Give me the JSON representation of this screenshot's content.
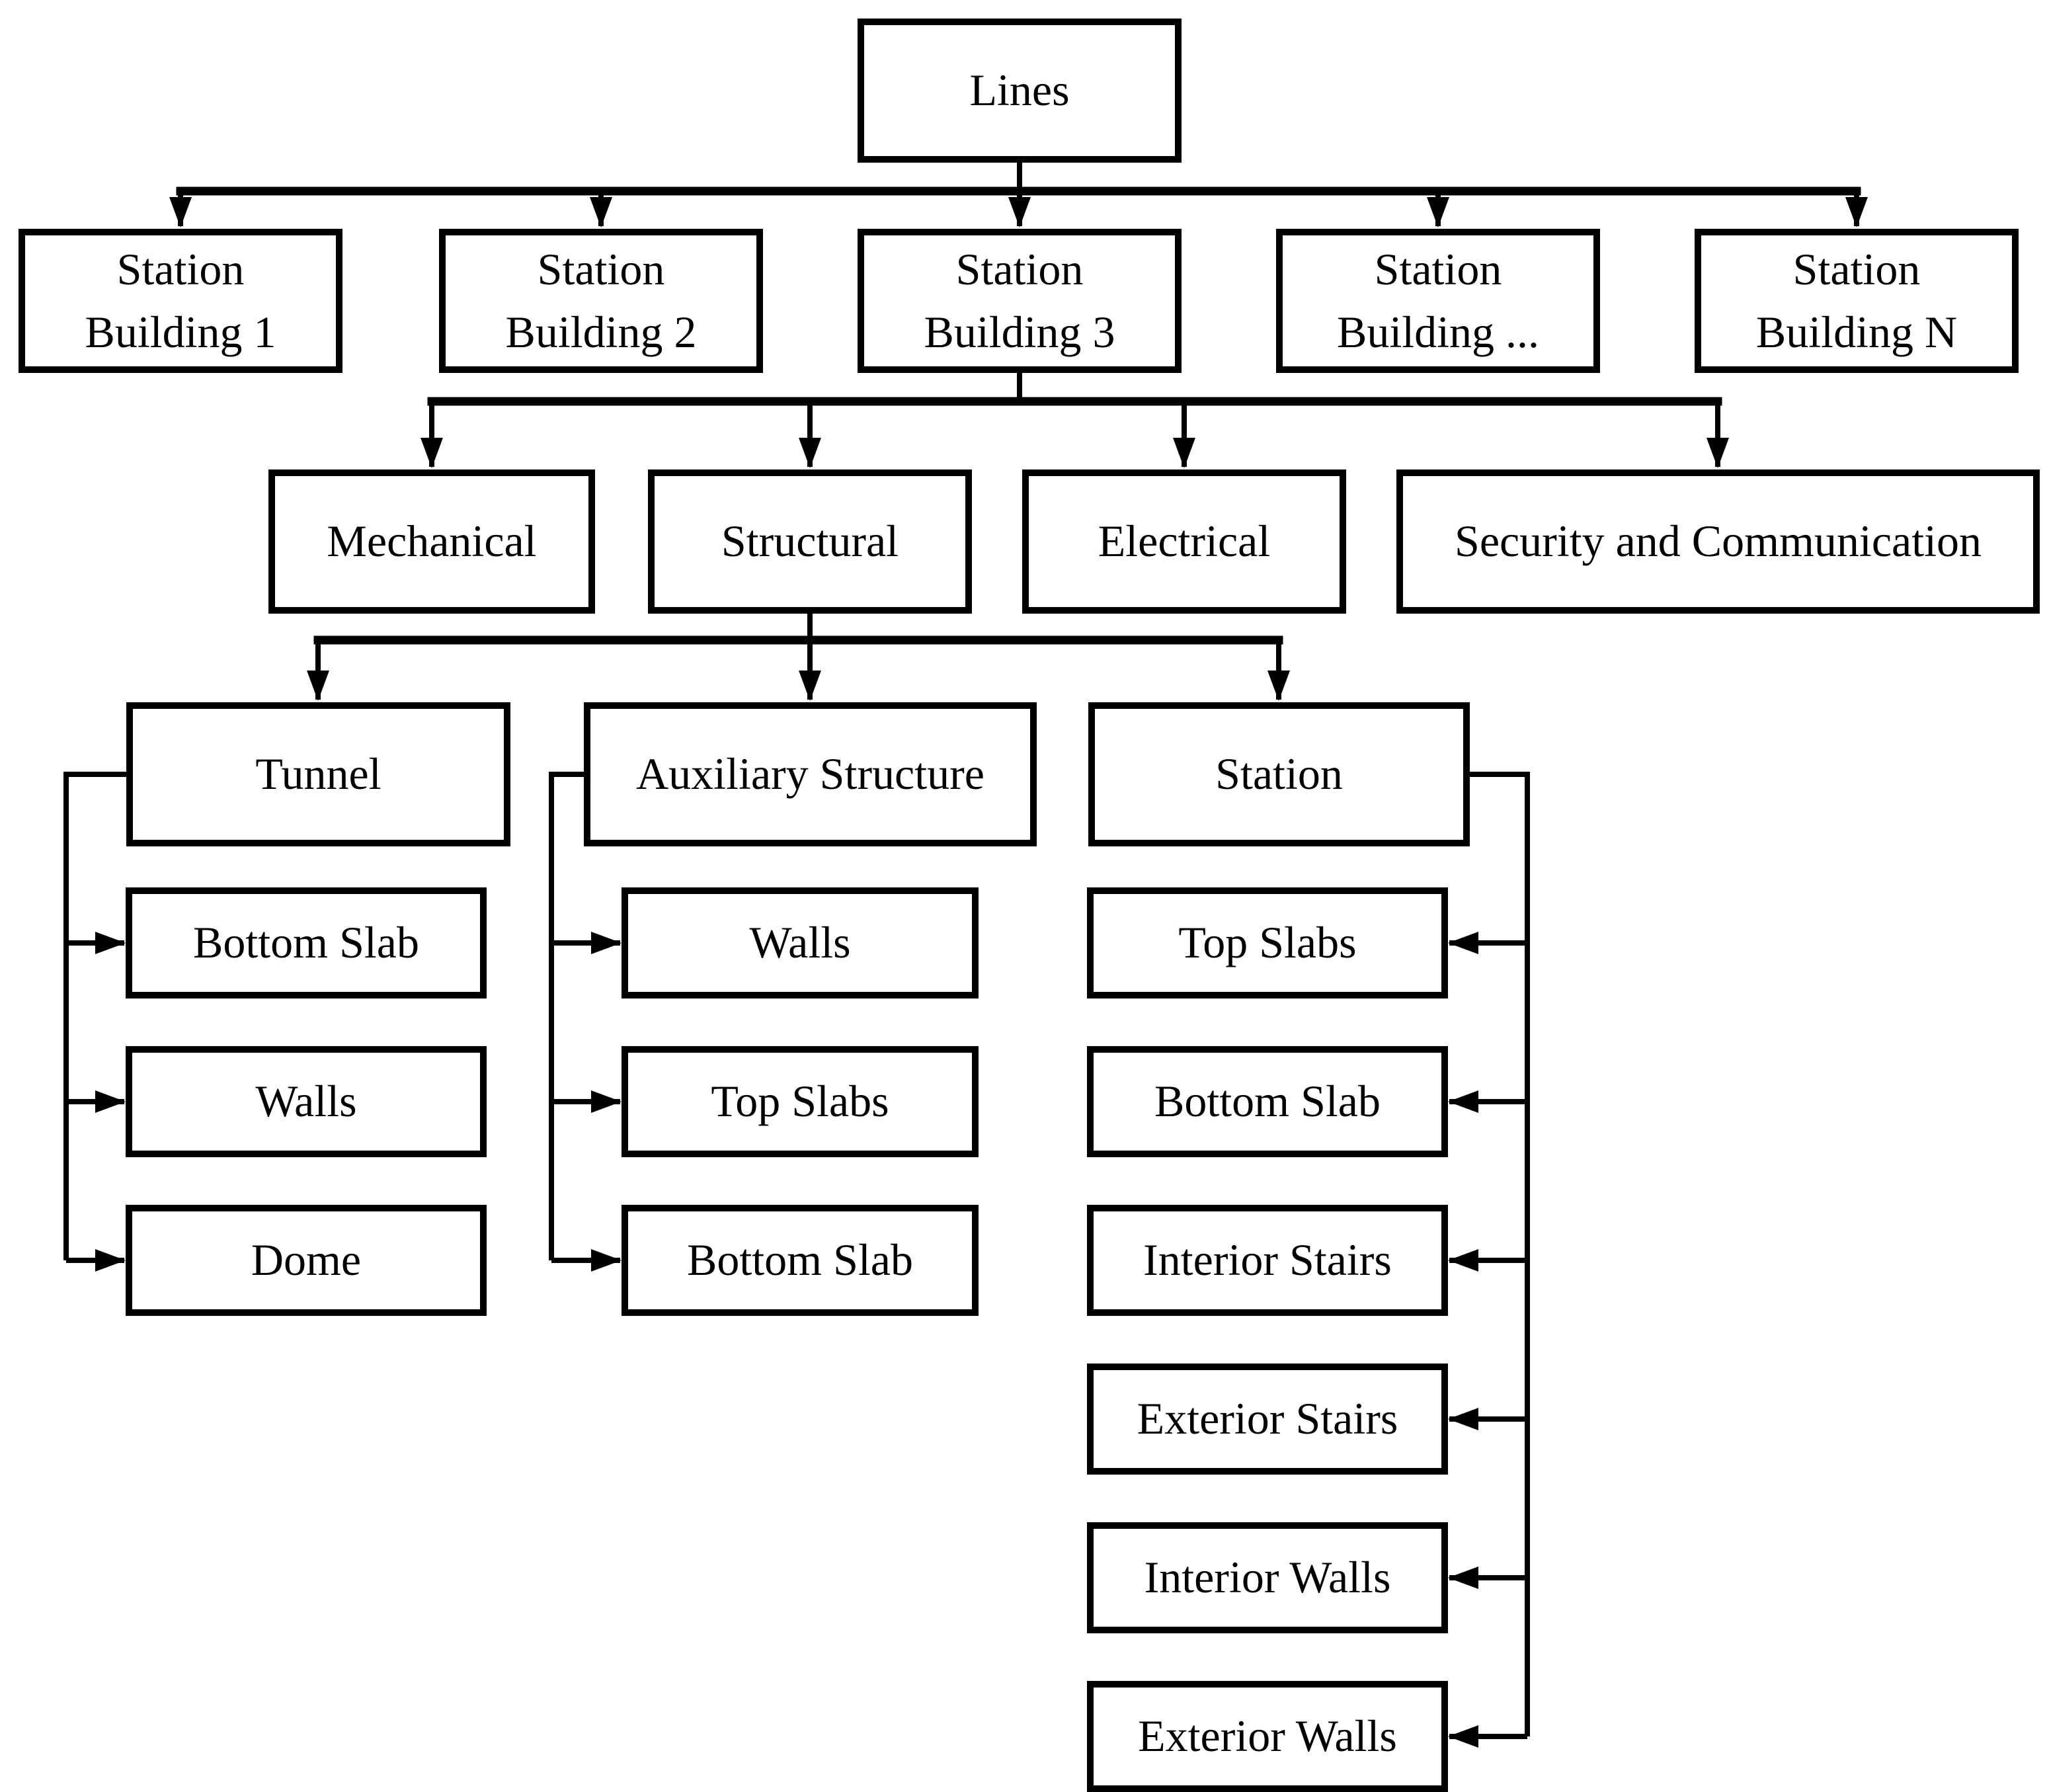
{
  "page": {
    "background": "#ffffff"
  },
  "diagram": {
    "type": "hierarchy-flowchart",
    "colors": {
      "line": "#000000",
      "box_border": "#000000",
      "box_fill": "#ffffff",
      "text": "#000000"
    },
    "root": {
      "label": "Lines"
    },
    "station_buildings": [
      {
        "label": "Station\nBuilding 1"
      },
      {
        "label": "Station\nBuilding 2"
      },
      {
        "label": "Station\nBuilding 3"
      },
      {
        "label": "Station\nBuilding ..."
      },
      {
        "label": "Station\nBuilding N"
      }
    ],
    "disciplines": [
      {
        "label": "Mechanical"
      },
      {
        "label": "Structural"
      },
      {
        "label": "Electrical"
      },
      {
        "label": "Security and Communication"
      }
    ],
    "structural_groups": [
      {
        "label": "Tunnel"
      },
      {
        "label": "Auxiliary Structure"
      },
      {
        "label": "Station"
      }
    ],
    "tunnel_elements": [
      {
        "label": "Bottom Slab"
      },
      {
        "label": "Walls"
      },
      {
        "label": "Dome"
      }
    ],
    "auxiliary_elements": [
      {
        "label": "Walls"
      },
      {
        "label": "Top Slabs"
      },
      {
        "label": "Bottom Slab"
      }
    ],
    "station_elements": [
      {
        "label": "Top Slabs"
      },
      {
        "label": "Bottom Slab"
      },
      {
        "label": "Interior Stairs"
      },
      {
        "label": "Exterior Stairs"
      },
      {
        "label": "Interior Walls"
      },
      {
        "label": "Exterior Walls"
      }
    ]
  }
}
